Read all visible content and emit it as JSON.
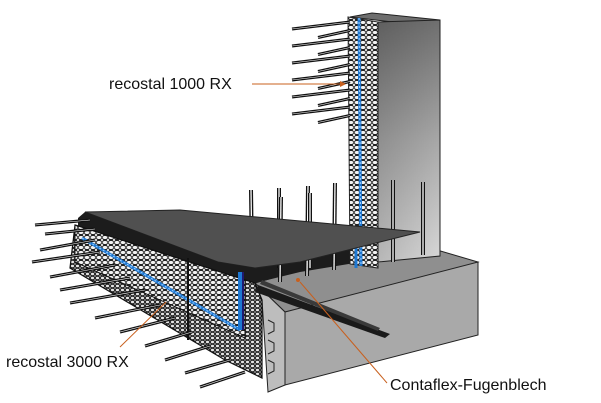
{
  "diagram": {
    "title": "Wall-to-slab construction joint waterproofing detail",
    "labels": {
      "column_band": "recostal 1000 RX",
      "slab_band": "recostal 3000 RX",
      "joint_sheet": "Contaflex-Fugenblech"
    },
    "colors": {
      "leader_line": "#c8601e",
      "waterstop_blue": "#1e78d2",
      "concrete_dark": "#1c1c1c",
      "concrete_mid": "#9a9a9a",
      "concrete_light": "#c9c9c9",
      "background": "#ffffff"
    }
  }
}
